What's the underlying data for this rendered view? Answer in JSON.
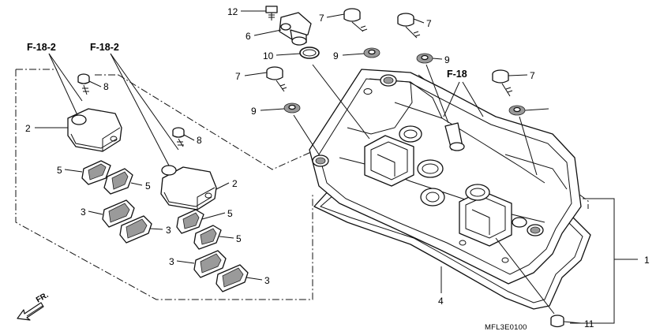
{
  "callouts": {
    "c1": "1",
    "c2a": "2",
    "c2b": "2",
    "c3a": "3",
    "c3b": "3",
    "c3c": "3",
    "c3d": "3",
    "c4": "4",
    "c5a": "5",
    "c5b": "5",
    "c5c": "5",
    "c5d": "5",
    "c6": "6",
    "c7a": "7",
    "c7b": "7",
    "c7c": "7",
    "c7d": "7",
    "c8a": "8",
    "c8b": "8",
    "c9a": "9",
    "c9b": "9",
    "c9c": "9",
    "c10": "10",
    "c11": "11",
    "c12": "12"
  },
  "refs": {
    "left1": "F-18-2",
    "left2": "F-18-2",
    "right": "F-18"
  },
  "direction": "FR.",
  "diagram_code": "MFL3E0100"
}
